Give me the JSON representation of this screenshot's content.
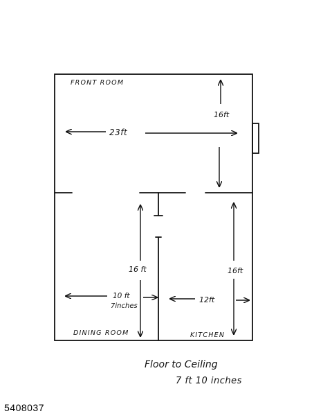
{
  "rooms": {
    "front": "FRONT ROOM",
    "dining": "DINING ROOM",
    "kitchen": "KITCHEN"
  },
  "dimensions": {
    "front_height": "16ft",
    "front_width": "23ft",
    "dining_height": "16 ft",
    "dining_width_line1": "10 ft",
    "dining_width_line2": "7inches",
    "kitchen_height": "16ft",
    "kitchen_width": "12ft"
  },
  "note": {
    "line1": "Floor to Ceiling",
    "line2": "7 ft  10 inches"
  },
  "listing_id": "5408037",
  "colors": {
    "ink": "#111111",
    "background": "#ffffff"
  }
}
